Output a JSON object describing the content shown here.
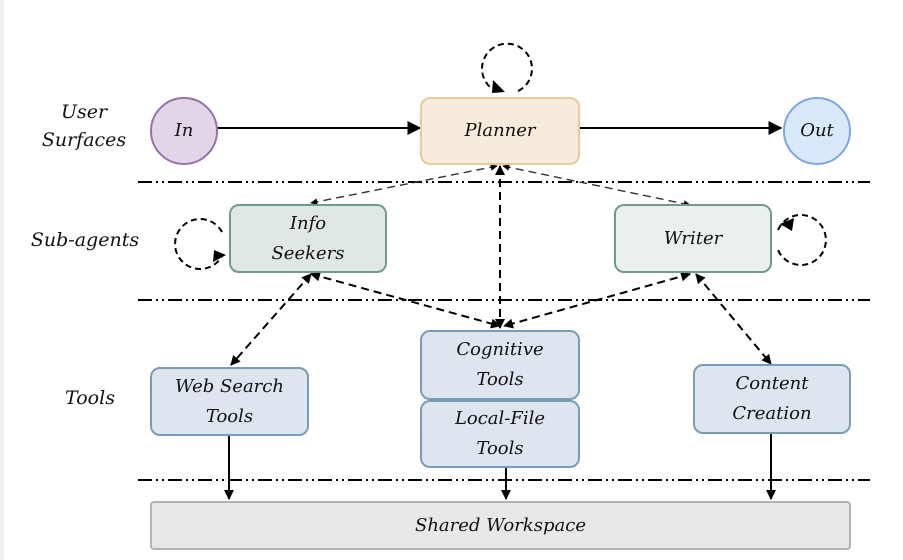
{
  "row_labels": {
    "user_surfaces": "User\nSurfaces",
    "sub_agents": "Sub-agents",
    "tools": "Tools"
  },
  "nodes": {
    "in": "In",
    "planner": "Planner",
    "out": "Out",
    "info_seekers": "Info\nSeekers",
    "writer": "Writer",
    "web_search_tools": "Web Search\nTools",
    "cognitive_tools": "Cognitive\nTools",
    "local_file_tools": "Local-File\nTools",
    "content_creation": "Content\nCreation",
    "shared_workspace": "Shared Workspace"
  },
  "colors": {
    "in_fill": "#e1d5e7",
    "in_stroke": "#9673a6",
    "planner_fill": "#f7ecdc",
    "planner_stroke": "#e7c9a0",
    "out_fill": "#dae8fc",
    "out_stroke": "#6c8ebf",
    "subagent_fill": "#dfe8e4",
    "subagent_stroke": "#6f9a8d",
    "writer_fill": "#ebf0ee",
    "tool_fill": "#dde6ee",
    "tool_stroke": "#7a9cb4",
    "workspace_fill": "#e8e8e8",
    "workspace_stroke": "#b3b3b3"
  }
}
